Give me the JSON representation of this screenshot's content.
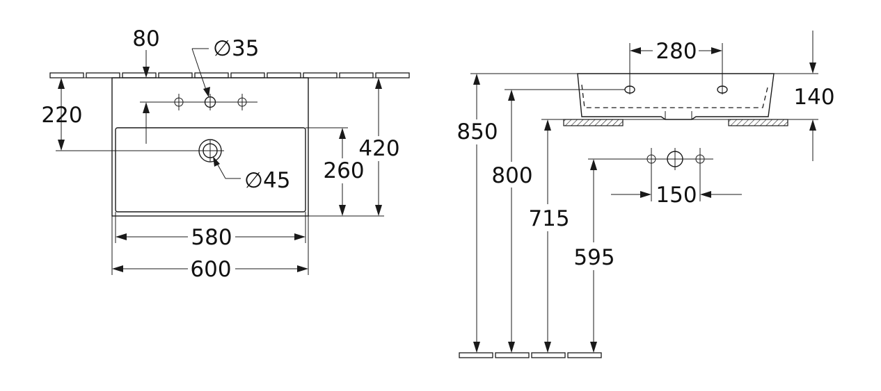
{
  "top_view": {
    "dim_80": "80",
    "dim_dia35": "∅35",
    "dim_220": "220",
    "dim_420": "420",
    "dim_260": "260",
    "dim_dia45": "∅45",
    "dim_580": "580",
    "dim_600": "600"
  },
  "side_view": {
    "dim_280": "280",
    "dim_140": "140",
    "dim_850": "850",
    "dim_800": "800",
    "dim_715": "715",
    "dim_595": "595",
    "dim_150": "150"
  },
  "colors": {
    "line": "#1a1a1a",
    "text": "#111111",
    "background": "#ffffff"
  }
}
